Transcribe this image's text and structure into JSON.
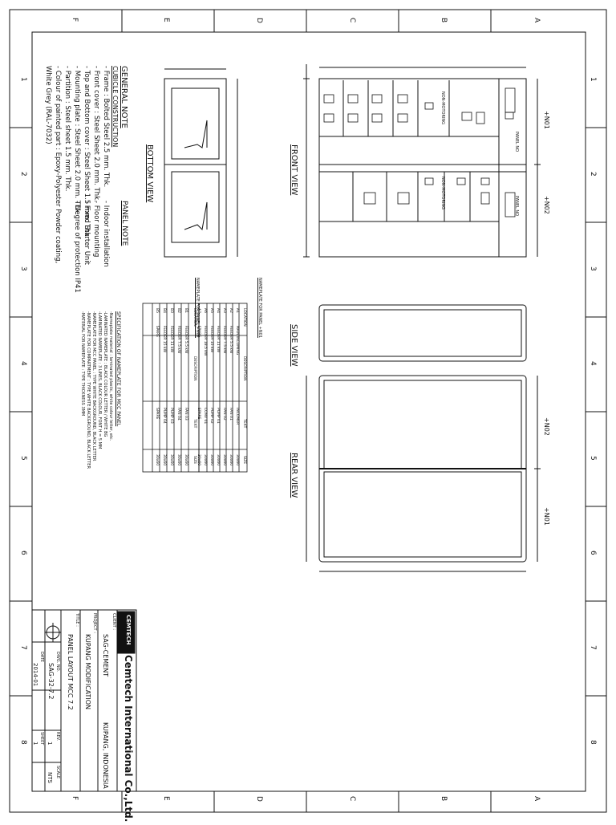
{
  "zones": {
    "letters": [
      "F",
      "E",
      "D",
      "C",
      "B",
      "A"
    ],
    "numbers": [
      "1",
      "2",
      "3",
      "4",
      "5",
      "6",
      "7",
      "8"
    ]
  },
  "general_note": {
    "title": "GENERAL NOTE",
    "section": "CUBICLE CONSTRUCTION",
    "lines": [
      "- Frame : Bolted Steel 2.5 mm. Thk.",
      "- Front cover : Steel Sheet 2.0 mm. Thk.",
      "- Top and Bottom cover : Steel Sheet 1.5 mm. Thk.",
      "- Mounting plate : Steel Sheet 2.0 mm. Thk.",
      "- Partition : Steel sheet 1.5 mm. Thk.",
      "- Colour of painted part : Epoxy-Polyester Powder coating,",
      "  White Grey (RAL-7032)"
    ]
  },
  "panel_note": {
    "title": "PANEL NOTE",
    "lines": [
      "- Indoor installation",
      "- Floor mounting",
      "- Fixed Starter Unit",
      "- Degree of protection IP41"
    ]
  },
  "views": {
    "bottom": "BOTTOM VIEW",
    "front": "FRONT VIEW",
    "side": "SIDE VIEW",
    "rear": "REAR VIEW"
  },
  "labels": {
    "sections": [
      "+N01",
      "+N02"
    ],
    "section_rear": [
      "+N02",
      "+N01"
    ],
    "cover_tag": "PANEL NO",
    "motor_top": "NON-MOTORING",
    "motor_bottom": "NON-MOTORING"
  },
  "tables": {
    "spec_title": "SPECIFICATION OF NAMEPLATE FOR MCC PANEL",
    "spec_lines": [
      "-Nameplate material : laminated plastic, white colour letter, etc.",
      "-LAMINATED NAMEPLATE : BLACK COLOUR LETTER / WHITE BG",
      "-LAMINATED NAMEPLATE : 3 LINES, BLACK COLOUR, FONT H = 5 MM",
      "-NAMEPLATE FOR MCC PANEL : TYPE WHITE BACKGROUND, BLACK LETTER",
      "-NAMEPLATE FOR COMPARTMENT : TYPE WHITE BACKGROUND, BLACK LETTER",
      "-MATERIAL FOR NAMEPLATE : TYPE THICKNESS 3MM"
    ],
    "n01_title": "NAMEPLATE FOR PANEL +N01",
    "n02_title": "NAMEPLATE FOR PANEL +N02",
    "headers": [
      "LOCATION",
      "DESCRIPTION",
      "TEXT",
      "SIZE"
    ],
    "n01_rows": [
      [
        "A1",
        "MAIN INCOMING",
        "INCOMER",
        "30x60"
      ],
      [
        "A2",
        "FEEDER 5.5 kW",
        "FAN 01",
        "30x60"
      ],
      [
        "A3",
        "FEEDER 7.5 kW",
        "FAN 02",
        "30x60"
      ],
      [
        "A4",
        "FEEDER 11 kW",
        "PUMP 01",
        "30x60"
      ],
      [
        "A5",
        "FEEDER 15 kW",
        "PUMP 02",
        "30x60"
      ],
      [
        "A6",
        "FEEDER 18.5 kW",
        "CONV 01",
        "30x60"
      ],
      [
        "A7",
        "SPARE",
        "SPARE",
        "30x60"
      ]
    ],
    "n02_rows": [
      [
        "B1",
        "FEEDER 5.5 kW",
        "FAN 03",
        "30x60"
      ],
      [
        "B2",
        "FEEDER 7.5 kW",
        "FAN 04",
        "30x60"
      ],
      [
        "B3",
        "FEEDER 11 kW",
        "PUMP 03",
        "30x60"
      ],
      [
        "B4",
        "FEEDER 15 kW",
        "PUMP 04",
        "30x60"
      ],
      [
        "B5",
        "SPARE",
        "SPARE",
        "30x60"
      ]
    ]
  },
  "title_block": {
    "company": "Cemtech International Co.,Ltd.",
    "logo_text": "CEMTECH",
    "client_label": "CLIENT :",
    "client": "SAG-CEMENT",
    "location": "KUPANG, INDONESIA",
    "project_label": "PROJECT :",
    "project": "KUPANG MODIFICATION",
    "title_label": "TITLE :",
    "title": "PANEL LAYOUT MCC 7.2",
    "drawing_no_label": "DWG. NO.",
    "drawing_no": "SAG-32-7.2",
    "date_label": "DATE",
    "date": "2014-01",
    "rev_label": "REV.",
    "rev": "1",
    "sheet_label": "SHEET",
    "sheet": "1",
    "scale_label": "SCALE",
    "scale": "NTS"
  }
}
